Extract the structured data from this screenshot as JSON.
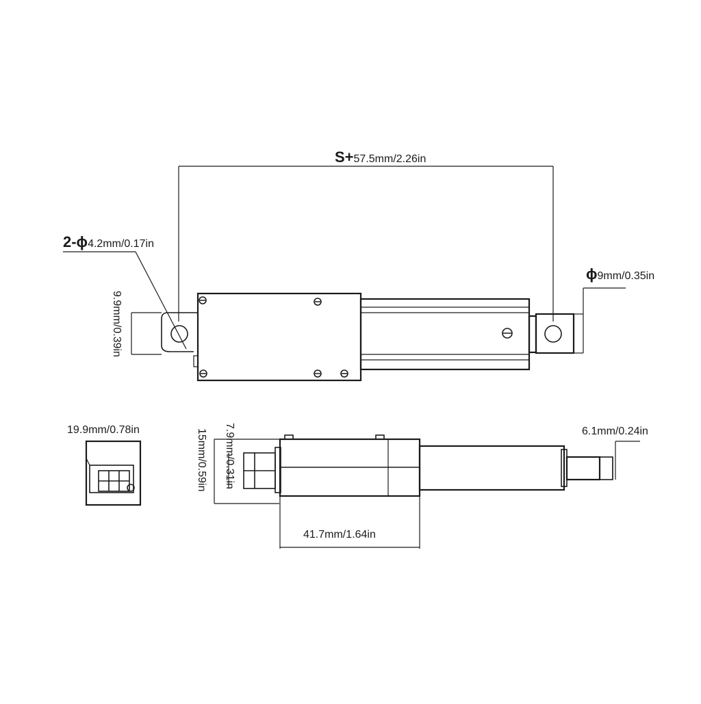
{
  "dimensions": {
    "stroke_length": {
      "prefix": "S+",
      "value": "57.5mm/2.26in"
    },
    "mount_hole": {
      "prefix": "2-ϕ",
      "value": "4.2mm/0.17in"
    },
    "rod_end_hole": {
      "prefix": "ϕ",
      "value": "9mm/0.35in"
    },
    "bracket_height": {
      "value": "9.9mm/0.39in"
    },
    "end_width": {
      "value": "19.9mm/0.78in"
    },
    "side_height": {
      "value": "15mm/0.59in"
    },
    "tab_height": {
      "value": "7.9mm/0.31in"
    },
    "rod_diameter": {
      "value": "6.1mm/0.24in"
    },
    "body_length": {
      "value": "41.7mm/1.64in"
    }
  }
}
